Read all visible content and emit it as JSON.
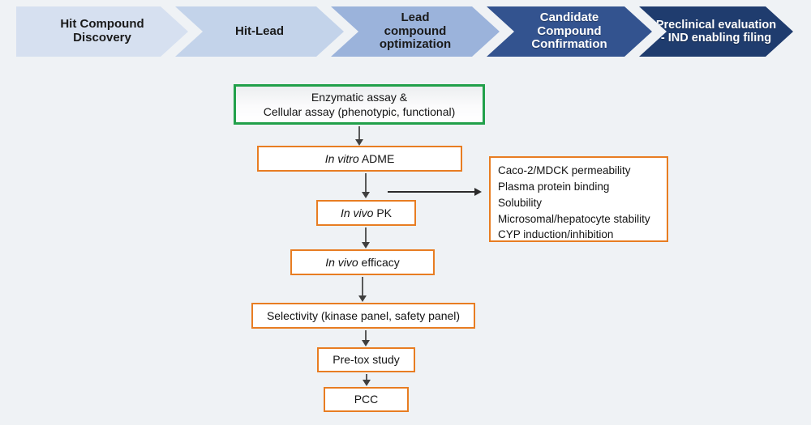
{
  "background_color": "#eff2f5",
  "banner": {
    "name": "drug-discovery-stage-banner",
    "stages": [
      {
        "id": "hit-compound-discovery",
        "label": "Hit Compound Discovery",
        "lines": [
          "Hit Compound",
          "Discovery"
        ],
        "fill": "#d6e0f0",
        "text_color": "#1a1a1a"
      },
      {
        "id": "hit-lead",
        "label": "Hit-Lead",
        "lines": [
          "Hit-Lead"
        ],
        "fill": "#c3d3ea",
        "text_color": "#1a1a1a"
      },
      {
        "id": "lead-compound-optimization",
        "label": "Lead compound optimization",
        "lines": [
          "Lead",
          "compound",
          "optimization"
        ],
        "fill": "#9bb3db",
        "text_color": "#1a1a1a"
      },
      {
        "id": "candidate-compound-confirmation",
        "label": "Candidate Compound Confirmation",
        "lines": [
          "Candidate",
          "Compound",
          "Confirmation"
        ],
        "fill": "#33538f",
        "text_color": "#ffffff"
      },
      {
        "id": "preclinical-evaluation",
        "label": "Preclinical evaluation - IND enabling filing",
        "lines": [
          "Preclinical evaluation",
          "- IND enabling filing"
        ],
        "fill": "#1f3c6e",
        "text_color": "#ffffff"
      }
    ]
  },
  "flowchart": {
    "name": "preclinical-workflow-flowchart",
    "colors": {
      "green_border": "#21a04a",
      "orange_border": "#e87d22",
      "box_fill": "#ffffff",
      "arrow": "#3f3f3f"
    },
    "nodes": [
      {
        "id": "assay",
        "border": "green",
        "lines": [
          "Enzymatic assay &",
          "Cellular assay (phenotypic, functional)"
        ]
      },
      {
        "id": "in-vitro-adme",
        "border": "orange",
        "italic_prefix": "In vitro",
        "rest": " ADME"
      },
      {
        "id": "in-vivo-pk",
        "border": "orange",
        "italic_prefix": "In vivo",
        "rest": " PK"
      },
      {
        "id": "in-vivo-efficacy",
        "border": "orange",
        "italic_prefix": "In vivo",
        "rest": " efficacy"
      },
      {
        "id": "selectivity",
        "border": "orange",
        "label": "Selectivity (kinase panel, safety panel)"
      },
      {
        "id": "pre-tox-study",
        "border": "orange",
        "label": "Pre-tox study"
      },
      {
        "id": "pcc",
        "border": "orange",
        "label": "PCC"
      }
    ],
    "detail_box": {
      "id": "adme-assay-details",
      "border": "orange",
      "items": [
        "Caco-2/MDCK permeability",
        "Plasma protein binding",
        "Solubility",
        "Microsomal/hepatocyte stability",
        "CYP induction/inhibition"
      ]
    }
  }
}
